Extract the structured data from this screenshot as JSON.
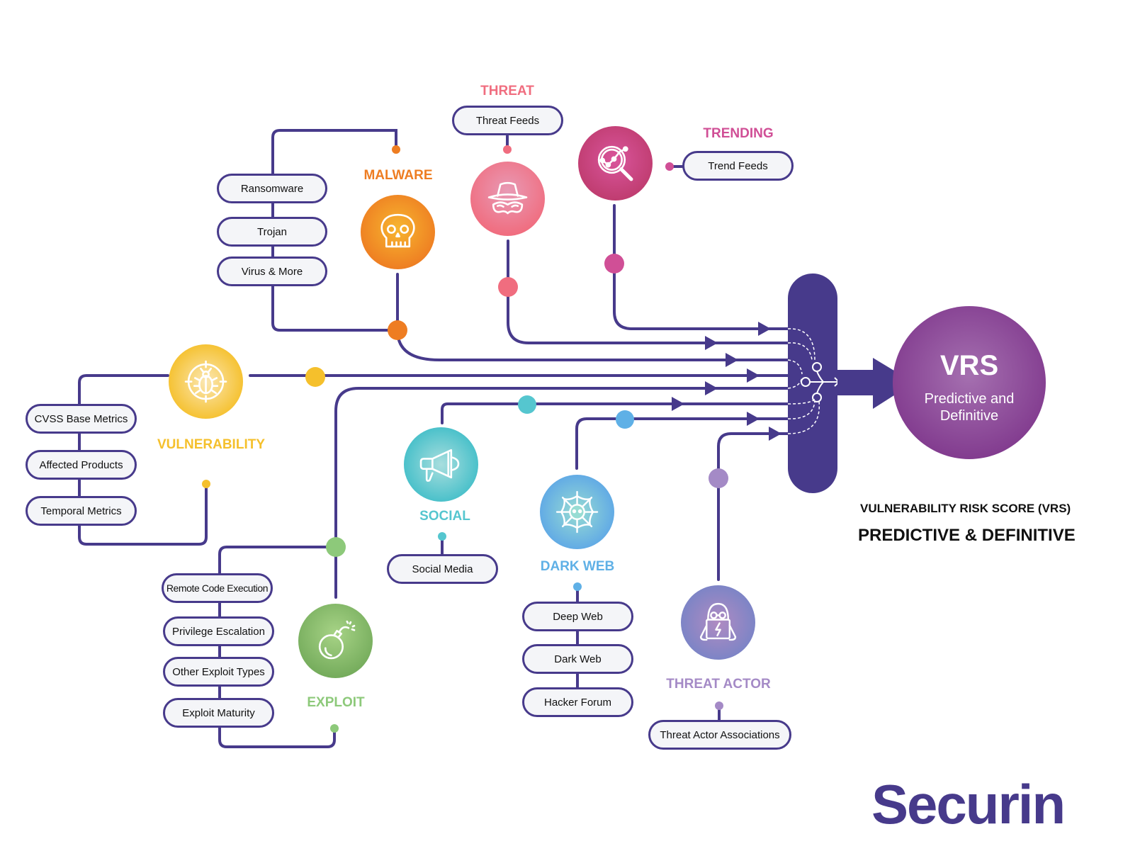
{
  "colors": {
    "line": "#473a8b",
    "malware": "#ee7d22",
    "threat": "#f06d7f",
    "trending": "#d04f96",
    "vulnerability": "#f5c02c",
    "exploit": "#8dc97a",
    "social": "#55c6cf",
    "dark_web": "#5fb0e6",
    "threat_actor": "#a48ac6",
    "vrs": "#8a3e94",
    "logo_accent": "#ee7d22"
  },
  "categories": {
    "malware": {
      "label": "MALWARE",
      "icon": "skull-icon",
      "items": [
        "Ransomware",
        "Trojan",
        "Virus & More"
      ]
    },
    "threat": {
      "label": "THREAT",
      "icon": "spy-hat-mask-icon",
      "items": [
        "Threat Feeds"
      ]
    },
    "trending": {
      "label": "TRENDING",
      "icon": "magnifier-trend-icon",
      "items": [
        "Trend Feeds"
      ]
    },
    "vulnerability": {
      "label": "VULNERABILITY",
      "icon": "bug-target-icon",
      "items": [
        "CVSS Base Metrics",
        "Affected Products",
        "Temporal Metrics"
      ]
    },
    "exploit": {
      "label": "EXPLOIT",
      "icon": "bomb-icon",
      "items": [
        "Remote Code Execution",
        "Privilege Escalation",
        "Other Exploit Types",
        "Exploit Maturity"
      ]
    },
    "social": {
      "label": "SOCIAL",
      "icon": "megaphone-icon",
      "items": [
        "Social Media"
      ]
    },
    "dark_web": {
      "label": "DARK WEB",
      "icon": "spider-web-skull-icon",
      "items": [
        "Deep Web",
        "Dark Web",
        "Hacker Forum"
      ]
    },
    "threat_actor": {
      "label": "THREAT ACTOR",
      "icon": "hooded-hacker-laptop-icon",
      "items": [
        "Threat Actor Associations"
      ]
    }
  },
  "vrs": {
    "title": "VRS",
    "subtitle_line1": "Predictive and",
    "subtitle_line2": "Definitive"
  },
  "caption": {
    "line1": "VULNERABILITY RISK SCORE (VRS)",
    "line2": "PREDICTIVE & DEFINITIVE"
  },
  "logo": {
    "text_before": "Secu",
    "text_accent": "r",
    "text_after": "in"
  }
}
